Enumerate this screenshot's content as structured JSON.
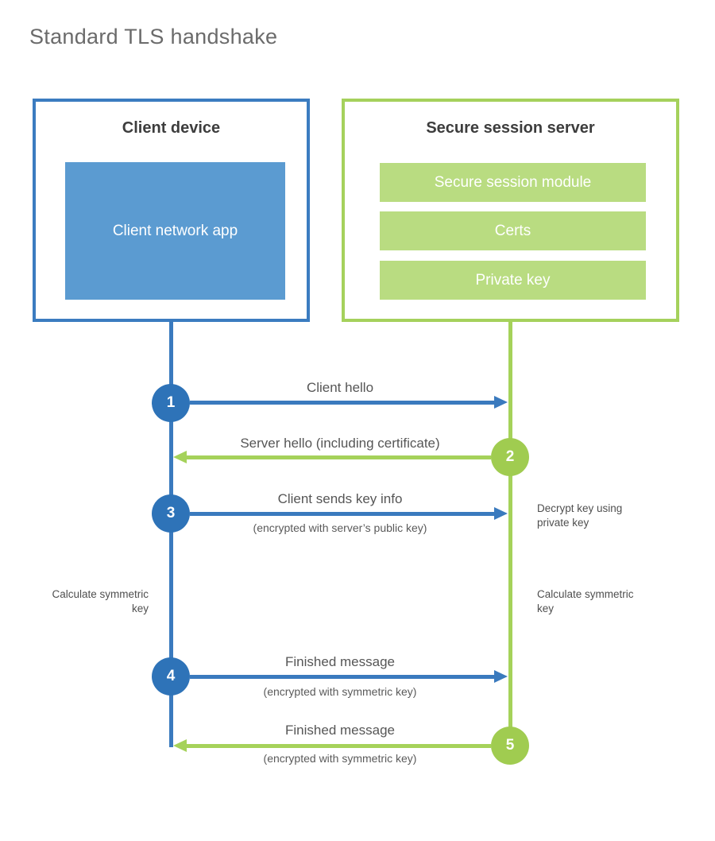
{
  "title": "Standard TLS handshake",
  "colors": {
    "blue_border": "#3b7cc0",
    "blue_fill": "#5b9bd1",
    "blue_circle": "#2e73b8",
    "green_border": "#a5d15c",
    "green_fill": "#b9dc81",
    "green_circle": "#a0cc50",
    "heading_text": "#3d3d3d",
    "label_text": "#565656"
  },
  "client_box": {
    "title": "Client device",
    "module": "Client network app"
  },
  "server_box": {
    "title": "Secure session server",
    "modules": [
      "Secure session module",
      "Certs",
      "Private key"
    ]
  },
  "steps": [
    {
      "number": "1",
      "label": "Client hello",
      "sublabel": "",
      "direction": "client-to-server"
    },
    {
      "number": "2",
      "label": "Server hello (including certificate)",
      "sublabel": "",
      "direction": "server-to-client"
    },
    {
      "number": "3",
      "label": "Client sends key info",
      "sublabel": "(encrypted with server’s public key)",
      "direction": "client-to-server"
    },
    {
      "number": "4",
      "label": "Finished message",
      "sublabel": "(encrypted with symmetric key)",
      "direction": "client-to-server"
    },
    {
      "number": "5",
      "label": "Finished message",
      "sublabel": "(encrypted with symmetric key)",
      "direction": "server-to-client"
    }
  ],
  "notes": {
    "decrypt": "Decrypt key using private key",
    "calc_client": "Calculate symmetric key",
    "calc_server": "Calculate symmetric key"
  }
}
